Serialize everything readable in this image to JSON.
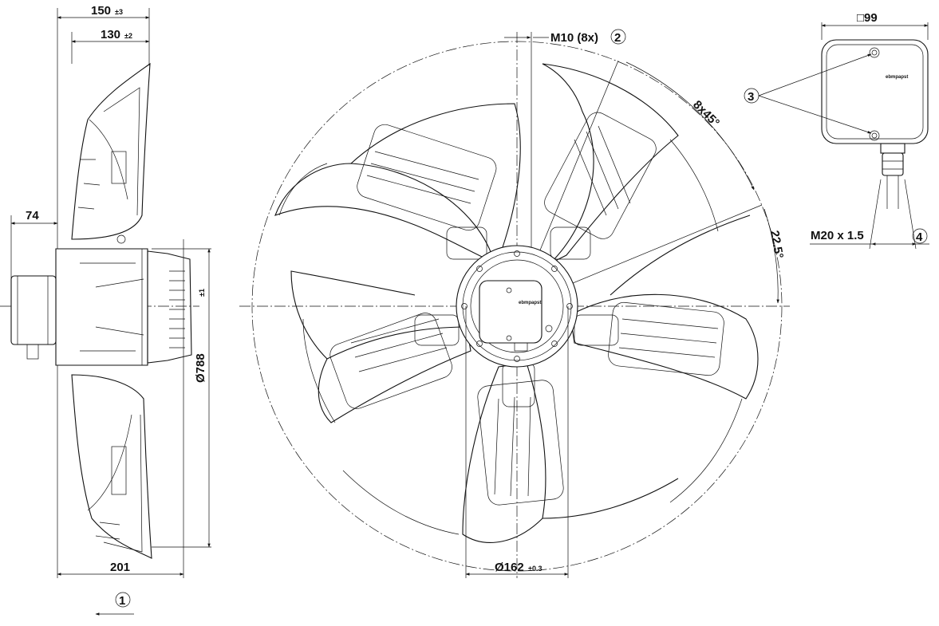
{
  "side_view": {
    "dim_overall_width": "150",
    "dim_overall_width_tol": "±3",
    "dim_rotor_width": "130",
    "dim_rotor_width_tol": "±2",
    "dim_box_depth": "74",
    "dim_total_depth": "201",
    "dim_diameter": "Ø788",
    "dim_diameter_tol": "±1",
    "callout_airflow": "1"
  },
  "front_view": {
    "thread_label": "M10 (8x)",
    "callout_thread": "2",
    "angle_pitch": "8x45°",
    "angle_offset": "22.5°",
    "hub_diameter": "Ø162",
    "hub_diameter_tol": "±0.3",
    "brand_text": "ebmpapst"
  },
  "terminal_box": {
    "square_size": "□99",
    "callout_screws": "3",
    "cable_gland": "M20 x 1.5",
    "callout_gland": "4",
    "brand_text": "ebmpapst"
  },
  "colors": {
    "line": "#111111",
    "background": "#ffffff"
  }
}
